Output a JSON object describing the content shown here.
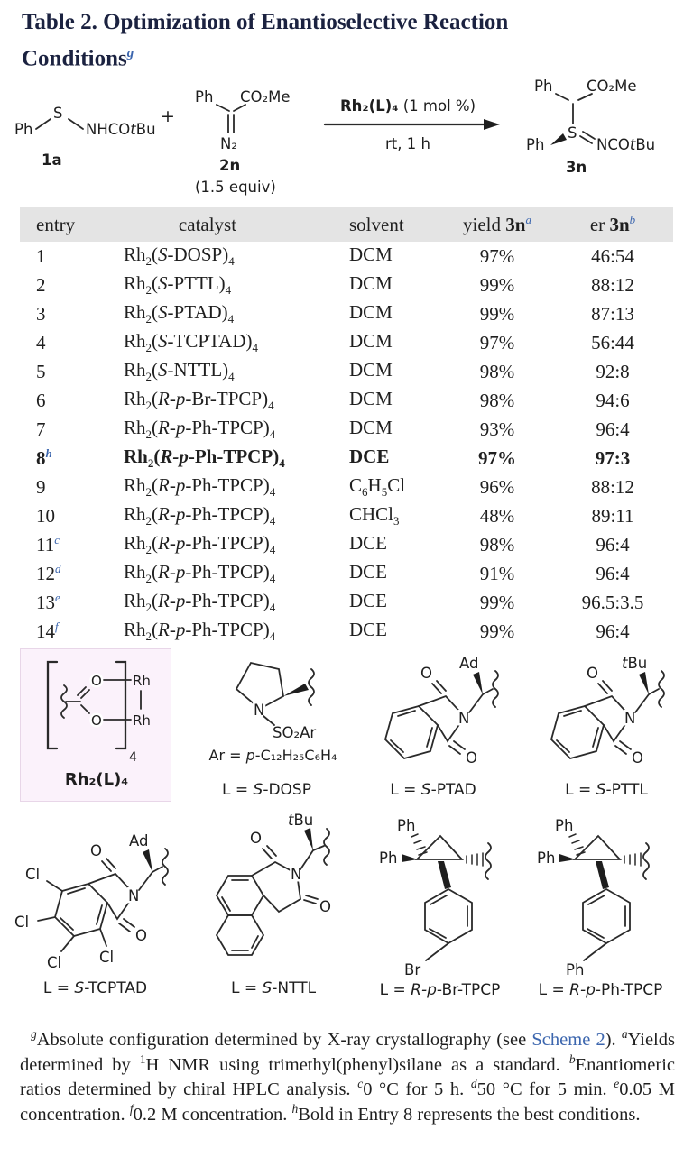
{
  "title": {
    "text": "Table 2. Optimization of Enantioselective Reaction Conditions",
    "sup": "g"
  },
  "scheme": {
    "r1": {
      "ph": "Ph",
      "s": "S",
      "nhco": "NHCO",
      "t": "t",
      "bu": "Bu",
      "label": "1a"
    },
    "plus": "+",
    "r2": {
      "ph": "Ph",
      "ester": "CO₂Me",
      "n2": "N₂",
      "label": "2n",
      "equiv": "(1.5 equiv)"
    },
    "arrow": {
      "cat": "Rh₂(L)₄",
      "loading": " (1 mol %)",
      "below": "rt, 1 h"
    },
    "p3": {
      "ph": "Ph",
      "ester": "CO₂Me",
      "s": "S",
      "ph2": "Ph",
      "nco": "NCO",
      "t": "t",
      "bu": "Bu",
      "label": "3n"
    }
  },
  "table": {
    "headers": {
      "entry": "entry",
      "catalyst": "catalyst",
      "solvent": "solvent",
      "yield_pre": "yield ",
      "yield_bold": "3n",
      "yield_sup": "a",
      "er_pre": "er ",
      "er_bold": "3n",
      "er_sup": "b"
    },
    "cat": {
      "rh": "Rh",
      "two": "2",
      "open": "(",
      "close": ")",
      "four": "4"
    },
    "rows": [
      {
        "entry": "1",
        "stereo": "S",
        "ligand": "-DOSP",
        "sol_pre": "DCM",
        "yield": "97%",
        "er": "46:54"
      },
      {
        "entry": "2",
        "stereo": "S",
        "ligand": "-PTTL",
        "sol_pre": "DCM",
        "yield": "99%",
        "er": "88:12"
      },
      {
        "entry": "3",
        "stereo": "S",
        "ligand": "-PTAD",
        "sol_pre": "DCM",
        "yield": "99%",
        "er": "87:13"
      },
      {
        "entry": "4",
        "stereo": "S",
        "ligand": "-TCPTAD",
        "sol_pre": "DCM",
        "yield": "97%",
        "er": "56:44"
      },
      {
        "entry": "5",
        "stereo": "S",
        "ligand": "-NTTL",
        "sol_pre": "DCM",
        "yield": "98%",
        "er": "92:8"
      },
      {
        "entry": "6",
        "stereo": "R-p",
        "ligand": "-Br-TPCP",
        "sol_pre": "DCM",
        "yield": "98%",
        "er": "94:6"
      },
      {
        "entry": "7",
        "stereo": "R-p",
        "ligand": "-Ph-TPCP",
        "sol_pre": "DCM",
        "yield": "93%",
        "er": "96:4"
      },
      {
        "entry": "8",
        "note": "h",
        "stereo": "R-p",
        "ligand": "-Ph-TPCP",
        "sol_pre": "DCE",
        "yield": "97%",
        "er": "97:3"
      },
      {
        "entry": "9",
        "stereo": "R-p",
        "ligand": "-Ph-TPCP",
        "sol_pre": "C",
        "sol_s1": "6",
        "sol_mid": "H",
        "sol_s2": "5",
        "sol_post": "Cl",
        "yield": "96%",
        "er": "88:12"
      },
      {
        "entry": "10",
        "stereo": "R-p",
        "ligand": "-Ph-TPCP",
        "sol_pre": "CHCl",
        "sol_s1": "3",
        "yield": "48%",
        "er": "89:11"
      },
      {
        "entry": "11",
        "note": "c",
        "stereo": "R-p",
        "ligand": "-Ph-TPCP",
        "sol_pre": "DCE",
        "yield": "98%",
        "er": "96:4"
      },
      {
        "entry": "12",
        "note": "d",
        "stereo": "R-p",
        "ligand": "-Ph-TPCP",
        "sol_pre": "DCE",
        "yield": "91%",
        "er": "96:4"
      },
      {
        "entry": "13",
        "note": "e",
        "stereo": "R-p",
        "ligand": "-Ph-TPCP",
        "sol_pre": "DCE",
        "yield": "99%",
        "er": "96.5:3.5"
      },
      {
        "entry": "14",
        "note": "f",
        "stereo": "R-p",
        "ligand": "-Ph-TPCP",
        "sol_pre": "DCE",
        "yield": "99%",
        "er": "96:4"
      }
    ]
  },
  "structures": {
    "core": {
      "o1": "O",
      "o2": "O",
      "rh1": "Rh",
      "rh2": "Rh",
      "four": "4",
      "label": "Rh₂(L)₄"
    },
    "dosp": {
      "n": "N",
      "so2ar": "SO₂Ar",
      "ar_pre": "Ar = ",
      "ar_it": "p",
      "ar_post": "-C₁₂H₂₅C₆H₄",
      "lbl_pre": "L = ",
      "lbl_it": "S",
      "lbl_post": "-DOSP"
    },
    "ptad": {
      "o1": "O",
      "o2": "O",
      "n": "N",
      "sub": "Ad",
      "lbl_pre": "L = ",
      "lbl_it": "S",
      "lbl_post": "-PTAD"
    },
    "pttl": {
      "o1": "O",
      "o2": "O",
      "n": "N",
      "sub_it": "t",
      "sub": "Bu",
      "lbl_pre": "L = ",
      "lbl_it": "S",
      "lbl_post": "-PTTL"
    },
    "tcptad": {
      "o1": "O",
      "o2": "O",
      "n": "N",
      "sub": "Ad",
      "cl1": "Cl",
      "cl2": "Cl",
      "cl3": "Cl",
      "cl4": "Cl",
      "lbl_pre": "L = ",
      "lbl_it": "S",
      "lbl_post": "-TCPTAD"
    },
    "nttl": {
      "o1": "O",
      "o2": "O",
      "n": "N",
      "sub_it": "t",
      "sub": "Bu",
      "lbl_pre": "L = ",
      "lbl_it": "S",
      "lbl_post": "-NTTL"
    },
    "brtpcp": {
      "ph1": "Ph",
      "ph2": "Ph",
      "bottom": "Br",
      "lbl_pre": "L = ",
      "lbl_it": "R-p",
      "lbl_post": "-Br-TPCP"
    },
    "phtpcp": {
      "ph1": "Ph",
      "ph2": "Ph",
      "bottom": "Ph",
      "lbl_pre": "L = ",
      "lbl_it": "R-p",
      "lbl_post": "-Ph-TPCP"
    }
  },
  "footnote": {
    "g": "g",
    "s1": "Absolute configuration determined by X-ray crystallography (see ",
    "link": "Scheme 2",
    "s2": "). ",
    "a": "a",
    "s3": "Yields determined by ",
    "one": "1",
    "s4": "H NMR using trimethyl(phenyl)­silane as a standard. ",
    "b": "b",
    "s5": "Enantiomeric ratios determined by chiral HPLC analysis. ",
    "c": "c",
    "s6": "0 °C for 5 h. ",
    "d": "d",
    "s7": "50 °C for 5 min. ",
    "e": "e",
    "s8": "0.05 M concentration. ",
    "f": "f",
    "s9": "0.2 M concentration. ",
    "h": "h",
    "s10": "Bold in Entry 8 represents the best conditions."
  }
}
